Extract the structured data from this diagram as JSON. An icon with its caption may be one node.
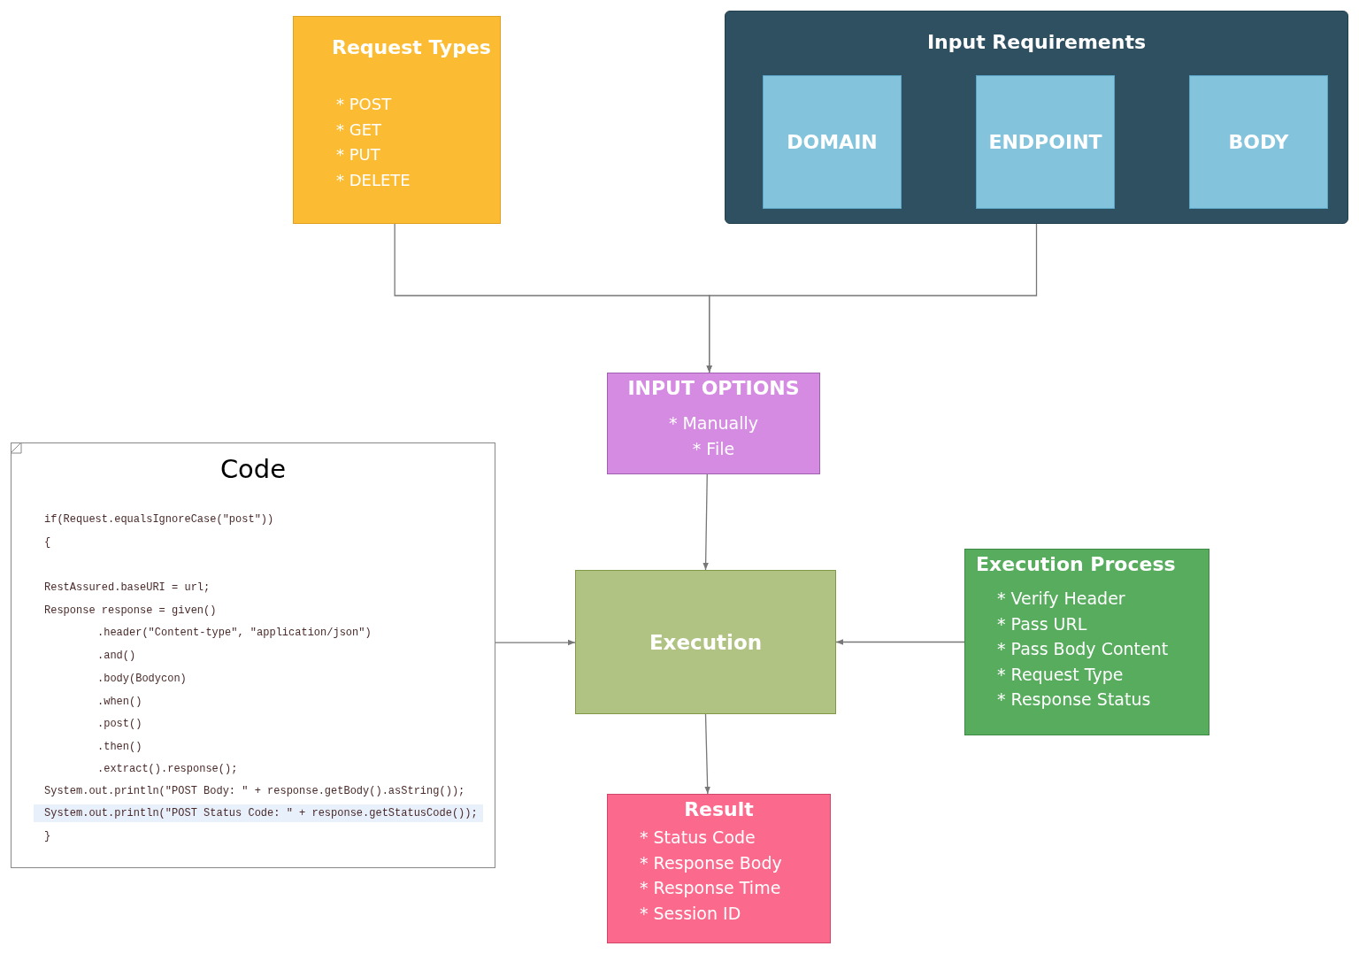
{
  "diagram": {
    "nodes": [
      {
        "text": [
          "Request Types",
          "* POST",
          "* GET",
          "* PUT",
          "* DELETE"
        ]
      },
      {
        "text": [
          "Input Requirements"
        ]
      },
      {
        "text": [
          "DOMAIN"
        ],
        "in": 1
      },
      {
        "text": [
          "ENDPOINT"
        ],
        "in": 1
      },
      {
        "text": [
          "BODY"
        ],
        "in": 1
      },
      {
        "text": [
          "INPUT OPTIONS",
          "* Manually",
          "* File"
        ]
      },
      {
        "text": [
          "Code",
          "if(Request.equalsIgnoreCase(\"post\"))",
          "{",
          "RestAssured.baseURI = url;",
          "Response response = given()",
          ".header(\"Content-type\", \"application/json\")",
          ".and()",
          ".body(Bodycon)",
          ".when()",
          ".post()",
          ".then()",
          ".extract().response();",
          "System.out.println(\"POST Body: \" + response.getBody().asString());",
          "System.out.println(\"POST Status Code: \" + response.getStatusCode());",
          "}"
        ]
      },
      {
        "text": [
          "Execution"
        ]
      },
      {
        "text": [
          "Execution Process",
          "* Verify Header",
          "* Pass URL",
          "* Pass Body Content",
          "* Request Type",
          "* Response Status"
        ]
      },
      {
        "text": [
          "Result",
          "* Status Code",
          "* Response Body",
          "* Response Time",
          "* Session ID"
        ]
      }
    ],
    "edges": [
      {
        "from": 0,
        "to": 5,
        "arrow": "to"
      },
      {
        "from": 1,
        "to": 5,
        "arrow": "to"
      },
      {
        "from": 5,
        "to": 7,
        "arrow": "to"
      },
      {
        "from": 6,
        "to": 7,
        "arrow": "to"
      },
      {
        "from": 8,
        "to": 7,
        "arrow": "to"
      },
      {
        "from": 7,
        "to": 9,
        "arrow": "to"
      }
    ]
  }
}
